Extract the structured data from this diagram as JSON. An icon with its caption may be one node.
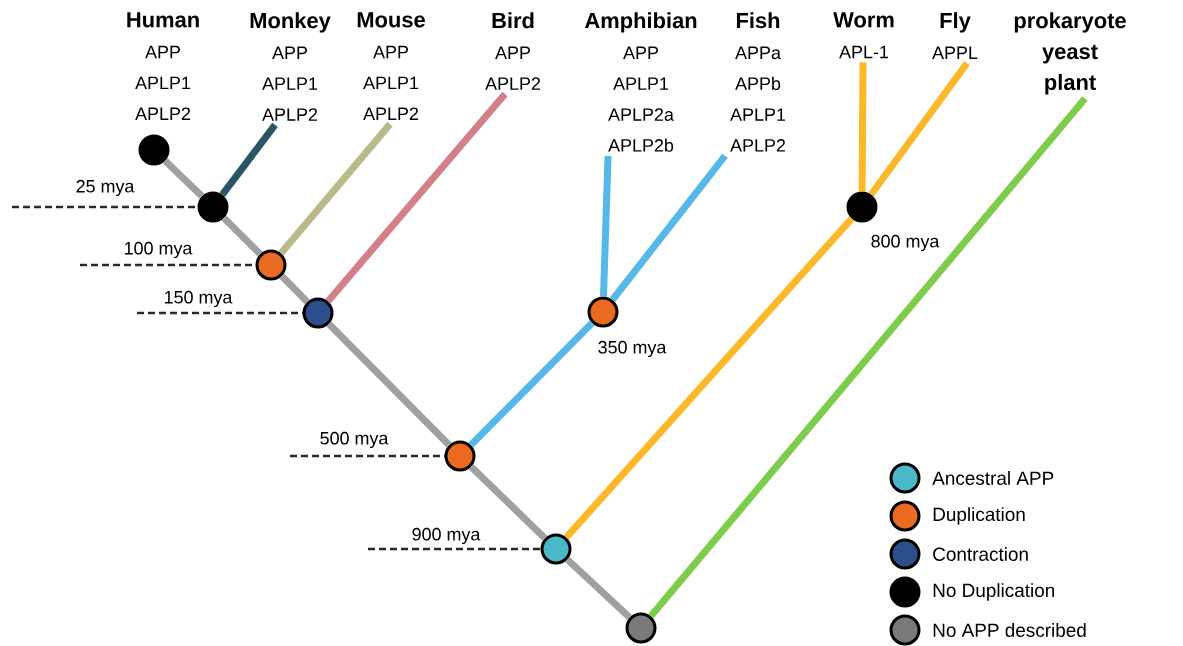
{
  "diagram": {
    "nodes": [
      {
        "text": [
          "Human",
          "APP APLP1 APLP2"
        ]
      },
      {
        "text": [
          "Monkey",
          "APP APLP1 APLP2"
        ]
      },
      {
        "text": [
          "Mouse",
          "APP APLP1 APLP2"
        ]
      },
      {
        "text": [
          "Bird",
          "APP APLP2"
        ]
      },
      {
        "text": [
          "Amphibian",
          "APP APLP1 APLP2a APLP2b"
        ]
      },
      {
        "text": [
          "Fish",
          "APPa APPb APLP1 APLP2"
        ]
      },
      {
        "text": [
          "Worm",
          "APL-1"
        ]
      },
      {
        "text": [
          "Fly",
          "APPL"
        ]
      },
      {
        "text": [
          "prokaryote yeast plant"
        ]
      },
      {
        "text": [],
        "shape": "circle"
      },
      {
        "text": [],
        "shape": "circle"
      },
      {
        "text": [],
        "shape": "circle"
      },
      {
        "text": [],
        "shape": "circle"
      },
      {
        "text": [],
        "shape": "circle",
        "beside": [
          "350 mya"
        ]
      },
      {
        "text": [],
        "shape": "circle",
        "beside": [
          "500 mya"
        ]
      },
      {
        "text": [],
        "shape": "circle",
        "beside": [
          "800 mya"
        ]
      },
      {
        "text": [],
        "shape": "circle",
        "beside": [
          "900 mya"
        ]
      },
      {
        "text": [],
        "shape": "circle"
      }
    ],
    "edges": [
      {
        "from": 10,
        "to": 9,
        "arrow": "none"
      },
      {
        "from": 10,
        "to": 1,
        "arrow": "none",
        "color": "#2a5566"
      },
      {
        "from": 11,
        "to": 10,
        "arrow": "none"
      },
      {
        "from": 11,
        "to": 2,
        "arrow": "none",
        "color": "#b9b98a"
      },
      {
        "from": 12,
        "to": 11,
        "arrow": "none"
      },
      {
        "from": 12,
        "to": 3,
        "arrow": "none",
        "color": "#d4808a"
      },
      {
        "from": 14,
        "to": 12,
        "arrow": "none"
      },
      {
        "from": 14,
        "to": 13,
        "arrow": "none",
        "color": "#55b8e8"
      },
      {
        "from": 13,
        "to": 4,
        "arrow": "none",
        "color": "#55b8e8"
      },
      {
        "from": 13,
        "to": 5,
        "arrow": "none",
        "color": "#55b8e8"
      },
      {
        "from": 16,
        "to": 14,
        "arrow": "none"
      },
      {
        "from": 16,
        "to": 15,
        "arrow": "none",
        "color": "#fbb829"
      },
      {
        "from": 15,
        "to": 6,
        "arrow": "none",
        "color": "#fbb829"
      },
      {
        "from": 15,
        "to": 7,
        "arrow": "none",
        "color": "#fbb829"
      },
      {
        "from": 17,
        "to": 16,
        "arrow": "none"
      },
      {
        "from": 17,
        "to": 8,
        "arrow": "none",
        "color": "#7dcc4a"
      }
    ],
    "labels": [
      "25 mya",
      "100 mya",
      "150 mya"
    ],
    "legend": [
      {
        "text": "Ancestral APP",
        "color": "#4bb8c8"
      },
      {
        "text": "Duplication",
        "color": "#ea6a22"
      },
      {
        "text": "Contraction",
        "color": "#2c4f8c"
      },
      {
        "text": "No Duplication",
        "color": "#000000"
      },
      {
        "text": "No APP described",
        "color": "#7a7a7a"
      }
    ]
  }
}
